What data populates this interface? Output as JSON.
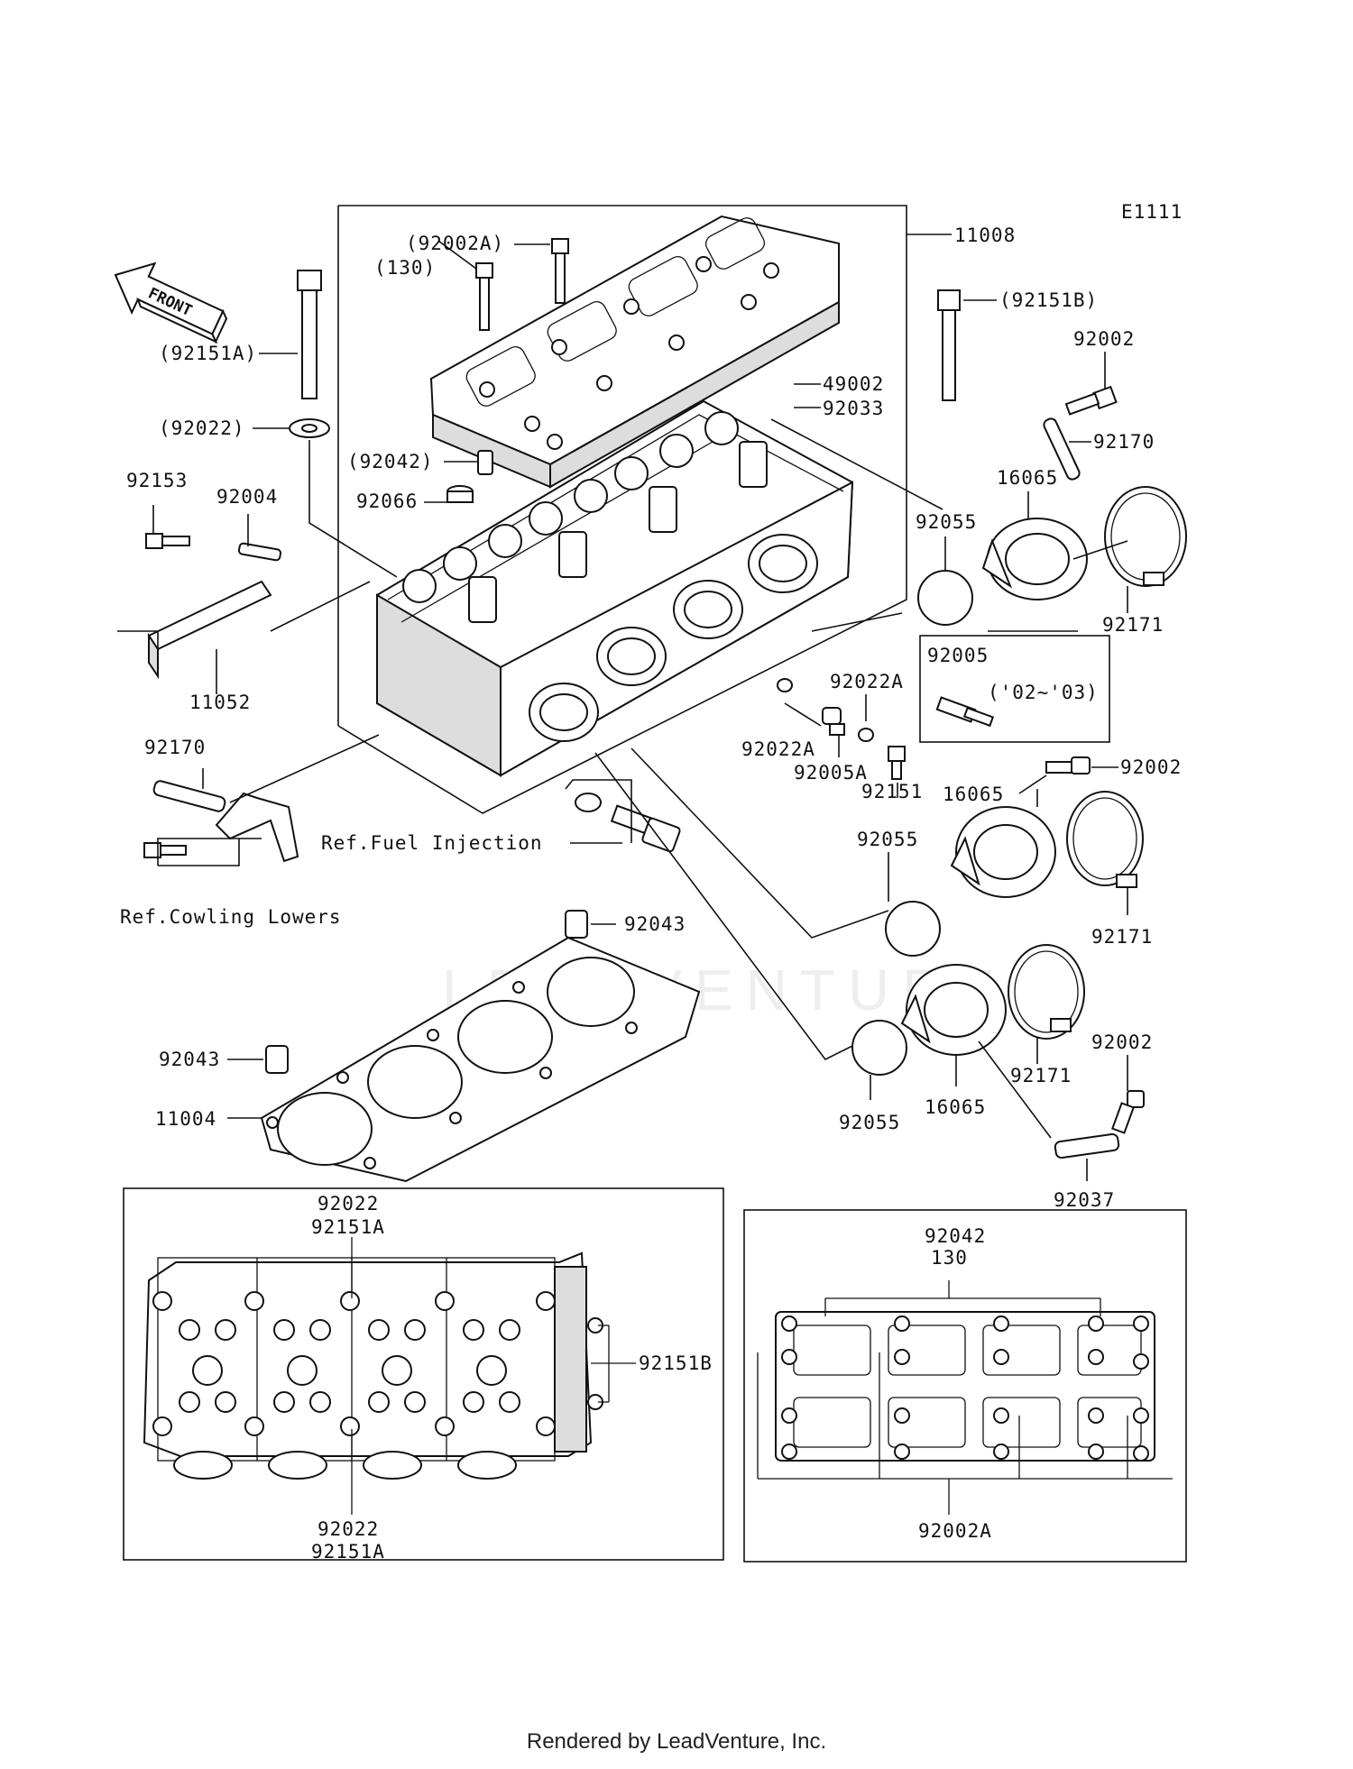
{
  "diagram_code": "E1111",
  "front_label": "FRONT",
  "footer": "Rendered by LeadVenture, Inc.",
  "watermark": "LEADVENTURE",
  "callouts": [
    {
      "id": "c-11008",
      "text": "11008"
    },
    {
      "id": "c-92002A-p",
      "text": "(92002A)"
    },
    {
      "id": "c-130-p",
      "text": "(130)"
    },
    {
      "id": "c-92151A-p",
      "text": "(92151A)"
    },
    {
      "id": "c-92151B-p",
      "text": "(92151B)"
    },
    {
      "id": "c-92002-a",
      "text": "92002"
    },
    {
      "id": "c-49002",
      "text": "49002"
    },
    {
      "id": "c-92033",
      "text": "92033"
    },
    {
      "id": "c-92022-p",
      "text": "(92022)"
    },
    {
      "id": "c-92170-a",
      "text": "92170"
    },
    {
      "id": "c-92042-p",
      "text": "(92042)"
    },
    {
      "id": "c-92066",
      "text": "92066"
    },
    {
      "id": "c-16065-a",
      "text": "16065"
    },
    {
      "id": "c-92153",
      "text": "92153"
    },
    {
      "id": "c-92004",
      "text": "92004"
    },
    {
      "id": "c-92055-a",
      "text": "92055"
    },
    {
      "id": "c-92171-a",
      "text": "92171"
    },
    {
      "id": "c-92005",
      "text": "92005"
    },
    {
      "id": "c-0203",
      "text": "('02~'03)"
    },
    {
      "id": "c-11052",
      "text": "11052"
    },
    {
      "id": "c-92022A-a",
      "text": "92022A"
    },
    {
      "id": "c-92022A-b",
      "text": "92022A"
    },
    {
      "id": "c-92005A",
      "text": "92005A"
    },
    {
      "id": "c-92002-b",
      "text": "92002"
    },
    {
      "id": "c-92170-b",
      "text": "92170"
    },
    {
      "id": "c-16065-b",
      "text": "16065"
    },
    {
      "id": "c-92151",
      "text": "92151"
    },
    {
      "id": "c-92055-b",
      "text": "92055"
    },
    {
      "id": "c-ref-fuel",
      "text": "Ref.Fuel Injection"
    },
    {
      "id": "c-ref-cowl",
      "text": "Ref.Cowling Lowers"
    },
    {
      "id": "c-92171-b",
      "text": "92171"
    },
    {
      "id": "c-92043-a",
      "text": "92043"
    },
    {
      "id": "c-92002-c",
      "text": "92002"
    },
    {
      "id": "c-92171-c",
      "text": "92171"
    },
    {
      "id": "c-92043-b",
      "text": "92043"
    },
    {
      "id": "c-11004",
      "text": "11004"
    },
    {
      "id": "c-92055-c",
      "text": "92055"
    },
    {
      "id": "c-16065-c",
      "text": "16065"
    },
    {
      "id": "c-92037",
      "text": "92037"
    },
    {
      "id": "c-92022-top",
      "text": "92022"
    },
    {
      "id": "c-92151A-top",
      "text": "92151A"
    },
    {
      "id": "c-92151B-r",
      "text": "92151B"
    },
    {
      "id": "c-92022-bot",
      "text": "92022"
    },
    {
      "id": "c-92151A-bot",
      "text": "92151A"
    },
    {
      "id": "c-92042",
      "text": "92042"
    },
    {
      "id": "c-130",
      "text": "130"
    },
    {
      "id": "c-92002A",
      "text": "92002A"
    }
  ]
}
